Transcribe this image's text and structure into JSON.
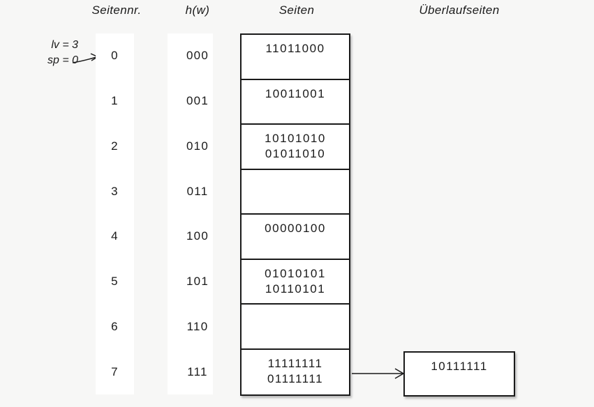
{
  "colors": {
    "background": "#f7f7f6",
    "surface": "#ffffff",
    "line": "#1a1a1a",
    "text": "#1a1a1a"
  },
  "headers": {
    "page_number": "Seitennr.",
    "hash_function": "h(w)",
    "pages": "Seiten",
    "overflow_pages": "Überlaufseiten"
  },
  "state": {
    "level": "lv = 3",
    "split_pointer": "sp = 0"
  },
  "rows": [
    {
      "page": "0",
      "hash": "000",
      "values": [
        "11011000"
      ]
    },
    {
      "page": "1",
      "hash": "001",
      "values": [
        "10011001"
      ]
    },
    {
      "page": "2",
      "hash": "010",
      "values": [
        "10101010",
        "01011010"
      ]
    },
    {
      "page": "3",
      "hash": "011",
      "values": []
    },
    {
      "page": "4",
      "hash": "100",
      "values": [
        "00000100"
      ]
    },
    {
      "page": "5",
      "hash": "101",
      "values": [
        "01010101",
        "10110101"
      ]
    },
    {
      "page": "6",
      "hash": "110",
      "values": []
    },
    {
      "page": "7",
      "hash": "111",
      "values": [
        "11111111",
        "01111111"
      ]
    }
  ],
  "overflow": {
    "values": [
      "10111111"
    ]
  },
  "icons": {
    "pointer_arrow": "arrow-up-right",
    "overflow_arrow": "arrow-right"
  }
}
